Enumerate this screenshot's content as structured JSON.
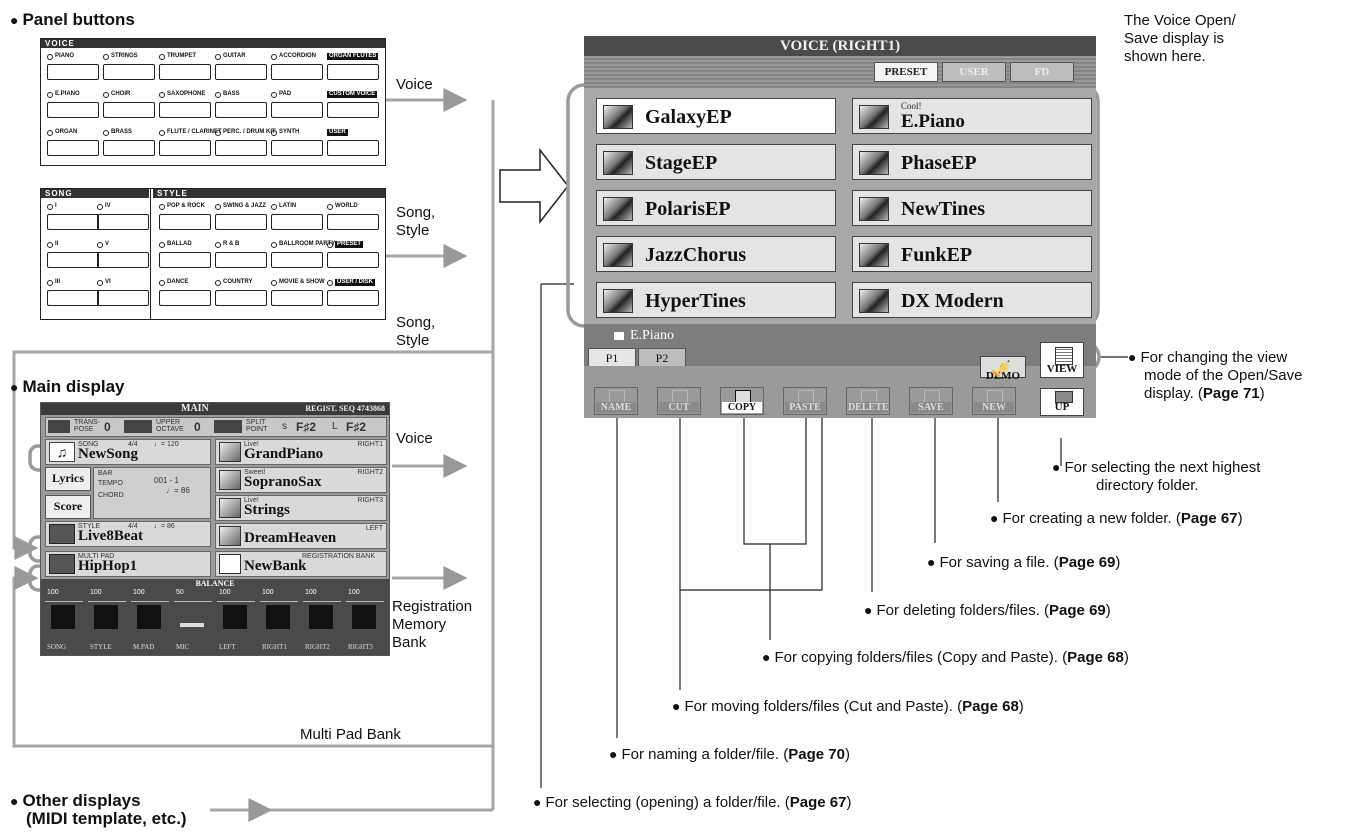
{
  "left": {
    "panel_heading": "Panel buttons",
    "voice_panel": {
      "title": "VOICE",
      "rows": [
        [
          "PIANO",
          "STRINGS",
          "TRUMPET",
          "GUITAR",
          "ACCORDION",
          "ORGAN FLUTES"
        ],
        [
          "E.PIANO",
          "CHOIR",
          "SAXOPHONE",
          "BASS",
          "PAD",
          "CUSTOM VOICE"
        ],
        [
          "ORGAN",
          "BRASS",
          "FLUTE / CLARINET",
          "PERC. / DRUM KIT",
          "SYNTH",
          "USER"
        ]
      ]
    },
    "song_panel": {
      "title": "SONG",
      "rows": [
        [
          "I",
          "IV"
        ],
        [
          "II",
          "V"
        ],
        [
          "III",
          "VI"
        ]
      ]
    },
    "style_panel": {
      "title": "STYLE",
      "rows": [
        [
          "POP & ROCK",
          "SWING & JAZZ",
          "LATIN",
          "WORLD"
        ],
        [
          "BALLAD",
          "R & B",
          "BALLROOM PARTY",
          "PRESET"
        ],
        [
          "DANCE",
          "COUNTRY",
          "MOVIE & SHOW",
          "USER / DISK"
        ]
      ]
    },
    "labels": {
      "voice1": "Voice",
      "song_style1": [
        "Song,",
        "Style"
      ],
      "song_style2": [
        "Song,",
        "Style"
      ],
      "voice2": "Voice",
      "registration": [
        "Registration",
        "Memory",
        "Bank"
      ],
      "multipad": "Multi Pad Bank"
    },
    "main_display_heading": "Main display",
    "other_displays_heading": [
      "Other displays",
      "(MIDI template, etc.)"
    ],
    "main_display": {
      "title": "MAIN",
      "regist": "REGIST. SEQ 4743868",
      "transpose_label": "TRANS- POSE",
      "transpose_value": "0",
      "upper_label": "UPPER OCTAVE",
      "upper_value": "0",
      "split_label": "SPLIT POINT",
      "split_s": "s",
      "split_value1": "F♯2",
      "split_l": "L",
      "split_value2": "F♯2",
      "song_label": "SONG",
      "song_sig": "4/4",
      "song_tempo": "♩= 120",
      "song_name": "NewSong",
      "lyrics_btn": "Lyrics",
      "score_btn": "Score",
      "bar_label": "BAR",
      "bar_value": "001 -  1",
      "tempo_label": "TEMPO",
      "tempo_value": "♩= 86",
      "chord_label": "CHORD",
      "style_label": "STYLE",
      "style_sig": "4/4",
      "style_tempo": "♩= 86",
      "style_name": "Live8Beat",
      "multipad_label": "MULTI PAD",
      "multipad_name": "HipHop1",
      "voices": [
        {
          "pre": "Live!",
          "name": "GrandPiano",
          "part": "RIGHT1"
        },
        {
          "pre": "Sweet!",
          "name": "SopranoSax",
          "part": "RIGHT2"
        },
        {
          "pre": "Live!",
          "name": "Strings",
          "part": "RIGHT3"
        },
        {
          "pre": "",
          "name": "DreamHeaven",
          "part": "LEFT"
        }
      ],
      "regbank_label": "REGISTRATION BANK",
      "regbank_name": "NewBank",
      "balance_title": "BALANCE",
      "balance": [
        {
          "name": "SONG",
          "value": "100"
        },
        {
          "name": "STYLE",
          "value": "100"
        },
        {
          "name": "M.PAD",
          "value": "100"
        },
        {
          "name": "MIC",
          "value": "50"
        },
        {
          "name": "LEFT",
          "value": "100"
        },
        {
          "name": "RIGHT1",
          "value": "100"
        },
        {
          "name": "RIGHT2",
          "value": "100"
        },
        {
          "name": "RIGHT3",
          "value": "100"
        }
      ]
    }
  },
  "voice_screen": {
    "title": "VOICE (RIGHT1)",
    "tabs": [
      "PRESET",
      "USER",
      "FD"
    ],
    "active_tab": "PRESET",
    "voices": [
      {
        "pre": "",
        "name": "GalaxyEP",
        "selected": true
      },
      {
        "pre": "Cool!",
        "name": "E.Piano",
        "selected": false
      },
      {
        "pre": "",
        "name": "StageEP",
        "selected": false
      },
      {
        "pre": "",
        "name": "PhaseEP",
        "selected": false
      },
      {
        "pre": "",
        "name": "PolarisEP",
        "selected": false
      },
      {
        "pre": "",
        "name": "NewTines",
        "selected": false
      },
      {
        "pre": "",
        "name": "JazzChorus",
        "selected": false
      },
      {
        "pre": "",
        "name": "FunkEP",
        "selected": false
      },
      {
        "pre": "",
        "name": "HyperTines",
        "selected": false
      },
      {
        "pre": "",
        "name": "DX Modern",
        "selected": false
      }
    ],
    "current": "E.Piano",
    "pages": [
      "P1",
      "P2"
    ],
    "demo": "DEMO",
    "view": "VIEW",
    "up": "UP",
    "functions": [
      "NAME",
      "CUT",
      "COPY",
      "PASTE",
      "DELETE",
      "SAVE",
      "NEW"
    ]
  },
  "notes": {
    "voice_open_save": [
      "The Voice Open/",
      "Save display is",
      "shown here."
    ],
    "view": {
      "text": [
        "For changing the view",
        "mode of the Open/Save",
        "display. ("
      ],
      "page": "Page 71",
      "after": ")"
    },
    "up": {
      "text": [
        "For selecting the next highest",
        "directory folder."
      ]
    },
    "new": {
      "text": "For creating a new folder. (",
      "page": "Page 67",
      "after": ")"
    },
    "save": {
      "text": "For saving a file. (",
      "page": "Page 69",
      "after": ")"
    },
    "delete": {
      "text": "For deleting folders/files. (",
      "page": "Page 69",
      "after": ")"
    },
    "copy": {
      "text": "For copying folders/files (Copy and Paste). (",
      "page": "Page 68",
      "after": ")"
    },
    "cut": {
      "text": "For moving folders/files (Cut and Paste). (",
      "page": "Page 68",
      "after": ")"
    },
    "name": {
      "text": "For naming a folder/file. (",
      "page": "Page 70",
      "after": ")"
    },
    "open": {
      "text": "For selecting (opening) a folder/file. (",
      "page": "Page 67",
      "after": ")"
    }
  }
}
